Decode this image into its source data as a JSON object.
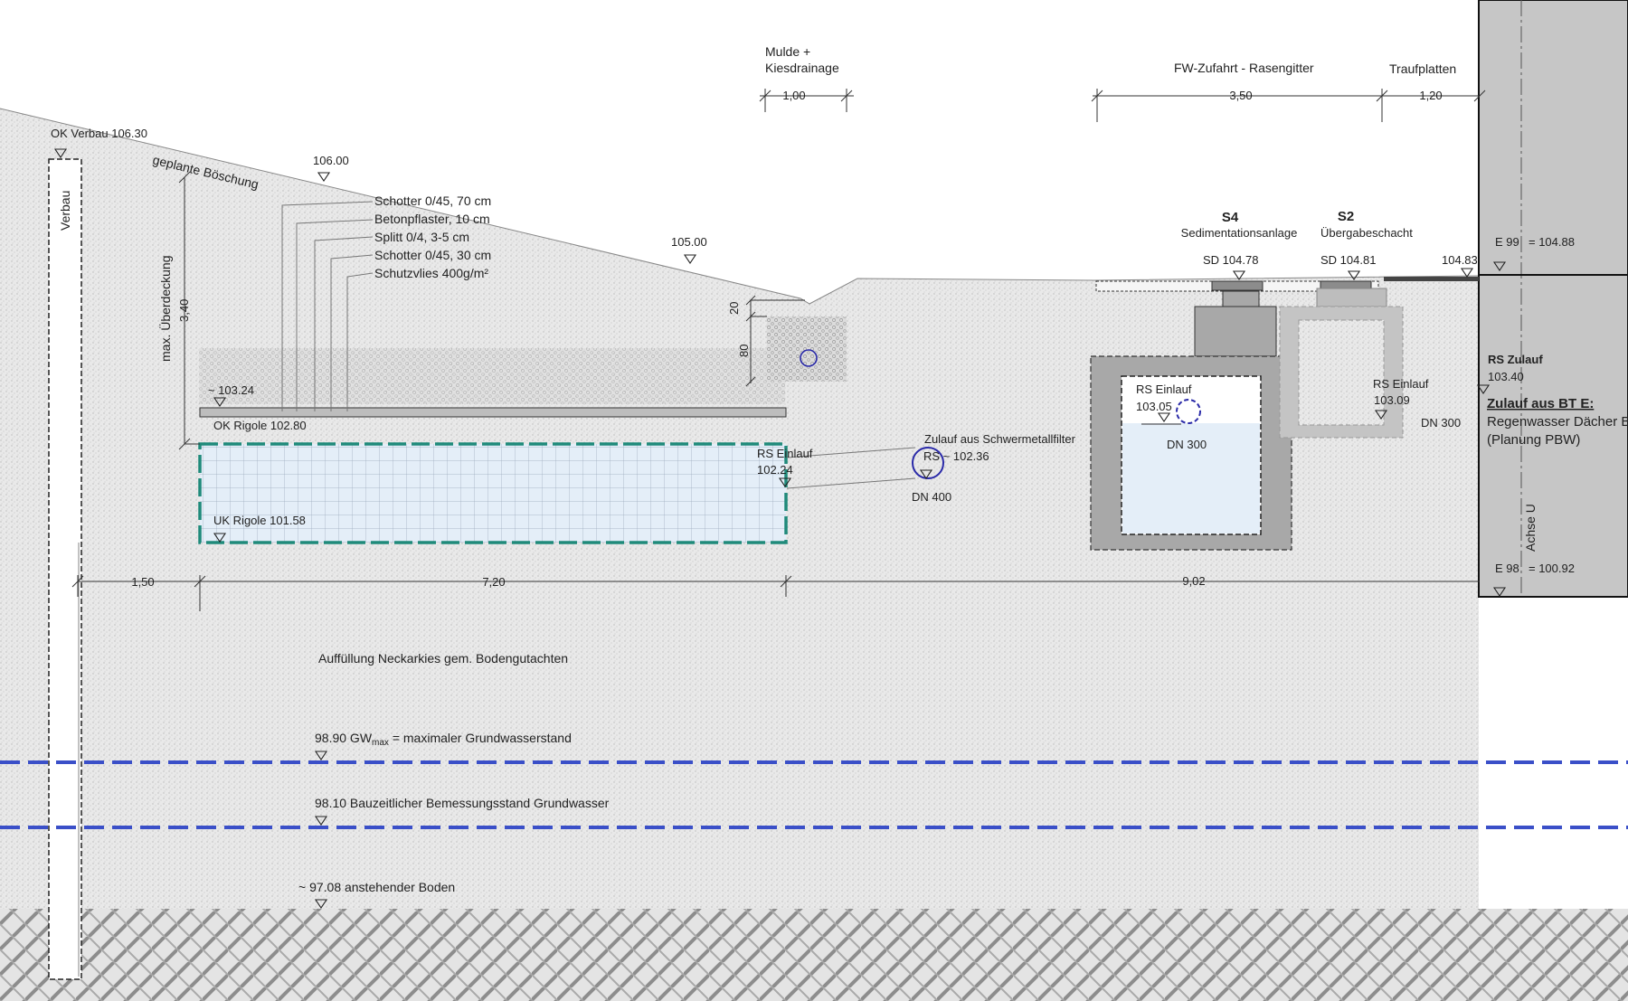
{
  "header": {
    "mulde": [
      "Mulde +",
      "Kiesdrainage"
    ],
    "mulde_dim": "1,00",
    "fw": "FW-Zufahrt - Rasengitter",
    "fw_dim": "3,50",
    "trauf": "Traufplatten",
    "trauf_dim": "1,20"
  },
  "terrain": {
    "ok_verbau": "OK Verbau 106.30",
    "verbau": "Verbau",
    "boeschung": "geplante Böschung",
    "lvl_106": "106.00",
    "lvl_105": "105.00",
    "ueberdeckung": "max. Überdeckung",
    "ueberdeckung_dim": "3,40",
    "mulde_dim_20": "20",
    "mulde_dim_80": "80"
  },
  "layers": [
    "Schotter 0/45, 70 cm",
    "Betonpflaster, 10 cm",
    "Splitt 0/4, 3-5 cm",
    "Schotter 0/45, 30 cm",
    "Schutzvlies 400g/m²"
  ],
  "rigole": {
    "top_level": "~ 103.24",
    "ok": "OK Rigole 102.80",
    "uk": "UK Rigole 101.58",
    "rs_einlauf": "RS Einlauf",
    "rs_einlauf_level": "102.24"
  },
  "pipe": {
    "zulauf": "Zulauf aus Schwermetallfilter",
    "rs": "RS ~ 102.36",
    "dn": "DN 400"
  },
  "s4": {
    "code": "S4",
    "name": "Sedimentationsanlage",
    "sd": "SD 104.78",
    "rs_einlauf": "RS Einlauf",
    "rs_level": "103.05",
    "dn": "DN 300"
  },
  "s2": {
    "code": "S2",
    "name": "Übergabeschacht",
    "sd": "SD 104.81",
    "rs_einlauf": "RS Einlauf",
    "rs_level": "103.09",
    "dn": "DN 300"
  },
  "right": {
    "lvl": "104.83",
    "e99": "E 99",
    "e99_val": "= 104.88",
    "rs_zulauf": "RS Zulauf",
    "rs_zulauf_level": "103.40",
    "zulauf_bte": "Zulauf aus BT E:",
    "regen": "Regenwasser Dächer B",
    "planung": "(Planung PBW)",
    "achse": "Achse U",
    "e98": "E 98",
    "e98_val": "= 100.92"
  },
  "dims": {
    "d150": "1,50",
    "d720": "7,20",
    "d902": "9,02"
  },
  "ground": {
    "auffuellung": "Auffüllung Neckarkies gem. Bodengutachten",
    "gw_max_lvl": "98.90 GW",
    "gw_max_sub": "max",
    "gw_max_text": " = maximaler Grundwasserstand",
    "gw_bau": "98.10 Bauzeitlicher Bemessungsstand Grundwasser",
    "boden": "~ 97.08 anstehender Boden"
  },
  "colors": {
    "water_line": "#3a4fc8",
    "rigole_border": "#1f8a7a",
    "rigole_fill": "#e4eef8",
    "pipe": "#2a2aa8",
    "structure": "#a8a8a8",
    "building": "#c6c6c6"
  }
}
